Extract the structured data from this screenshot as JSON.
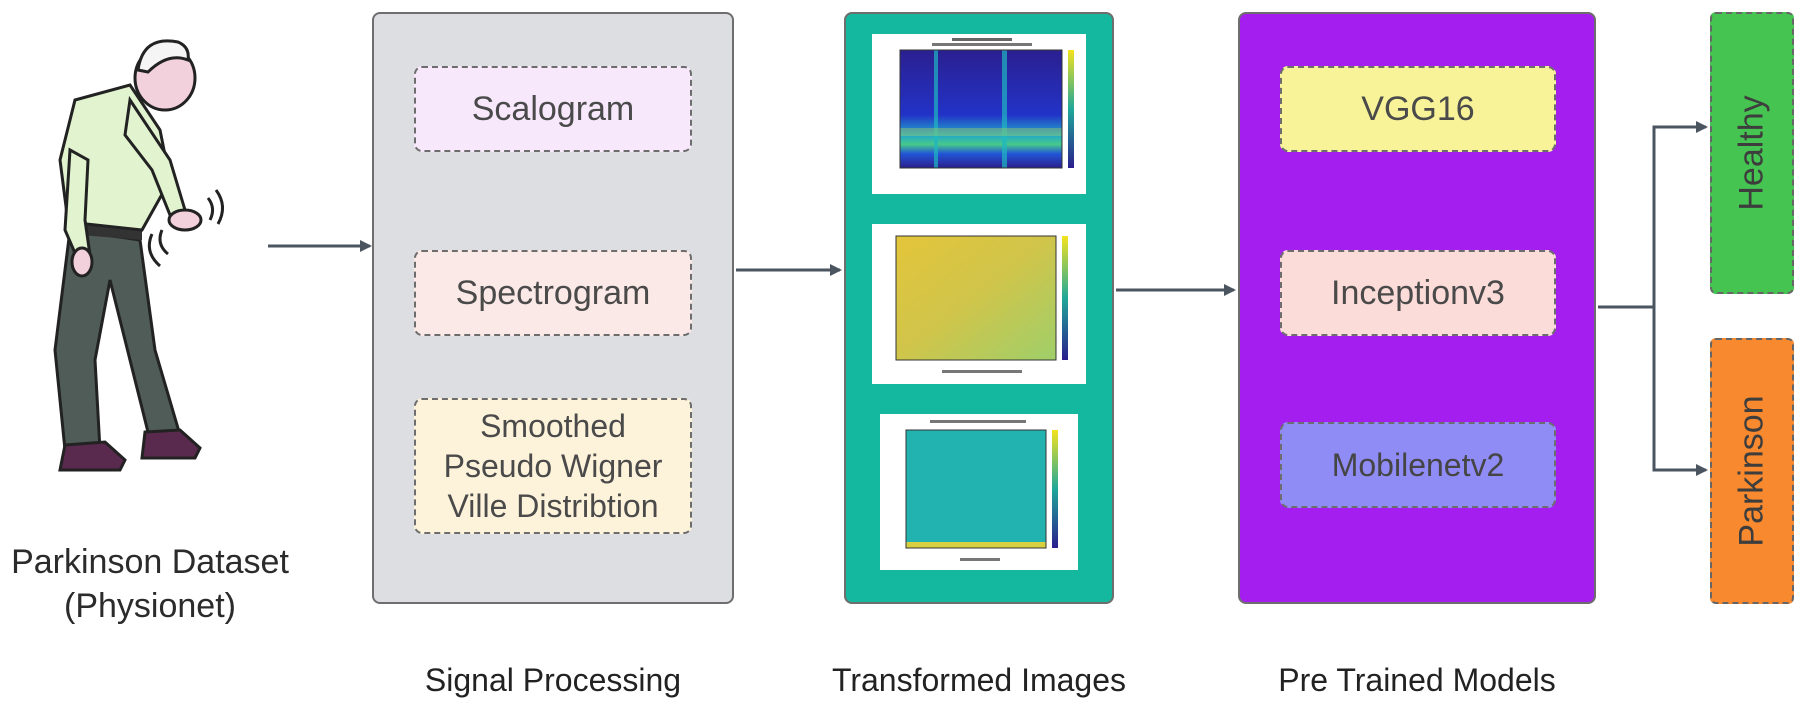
{
  "dataset": {
    "line1": "Parkinson Dataset",
    "line2": "(Physionet)"
  },
  "signal_processing": {
    "stage_label": "Signal Processing",
    "methods": [
      {
        "label": "Scalogram"
      },
      {
        "label": "Spectrogram"
      },
      {
        "label_lines": [
          "Smoothed",
          "Pseudo Wigner",
          "Ville Distribtion"
        ]
      }
    ]
  },
  "transformed_images": {
    "stage_label": "Transformed Images"
  },
  "pretrained_models": {
    "stage_label": "Pre Trained Models",
    "models": [
      {
        "label": "VGG16"
      },
      {
        "label": "Inceptionv3"
      },
      {
        "label": "Mobilenetv2"
      }
    ]
  },
  "outputs": [
    {
      "label": "Healthy"
    },
    {
      "label": "Parkinson"
    }
  ],
  "colors": {
    "signal_panel": "#dcdee2",
    "images_panel": "#13b89e",
    "models_panel": "#a41ef0",
    "healthy": "#46c452",
    "parkinson": "#f8892e",
    "arrow": "#4a5560"
  }
}
